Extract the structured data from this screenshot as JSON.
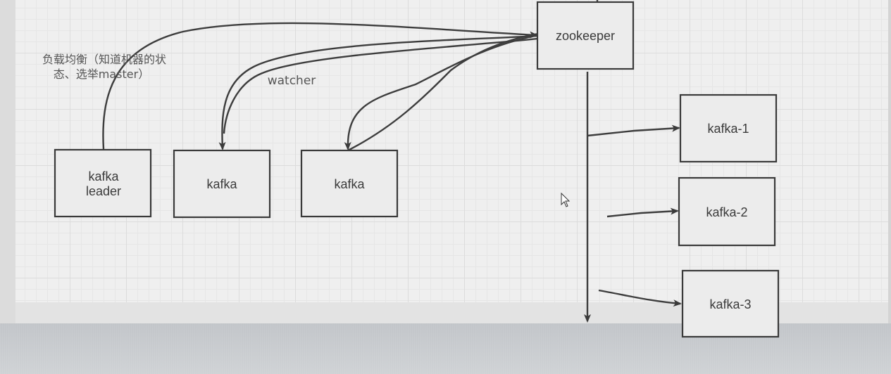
{
  "diagram": {
    "nodes": {
      "zookeeper": {
        "label": "zookeeper"
      },
      "kafka_leader": {
        "line1": "kafka",
        "line2": "leader"
      },
      "kafka_2": {
        "label": "kafka"
      },
      "kafka_3": {
        "label": "kafka"
      },
      "kafka_1_right": {
        "label": "kafka-1"
      },
      "kafka_2_right": {
        "label": "kafka-2"
      },
      "kafka_3_right": {
        "label": "kafka-3"
      }
    },
    "labels": {
      "load_balance_line1": "负载均衡（知道机器的状",
      "load_balance_line2": "态、选举master）",
      "watcher": "watcher"
    }
  },
  "colors": {
    "stroke": "#3a3a3a",
    "node_fill": "#ececec",
    "canvas_bg": "#efefef",
    "grid": "#dcdcdc",
    "outer_bg": "#c9ccd0"
  }
}
